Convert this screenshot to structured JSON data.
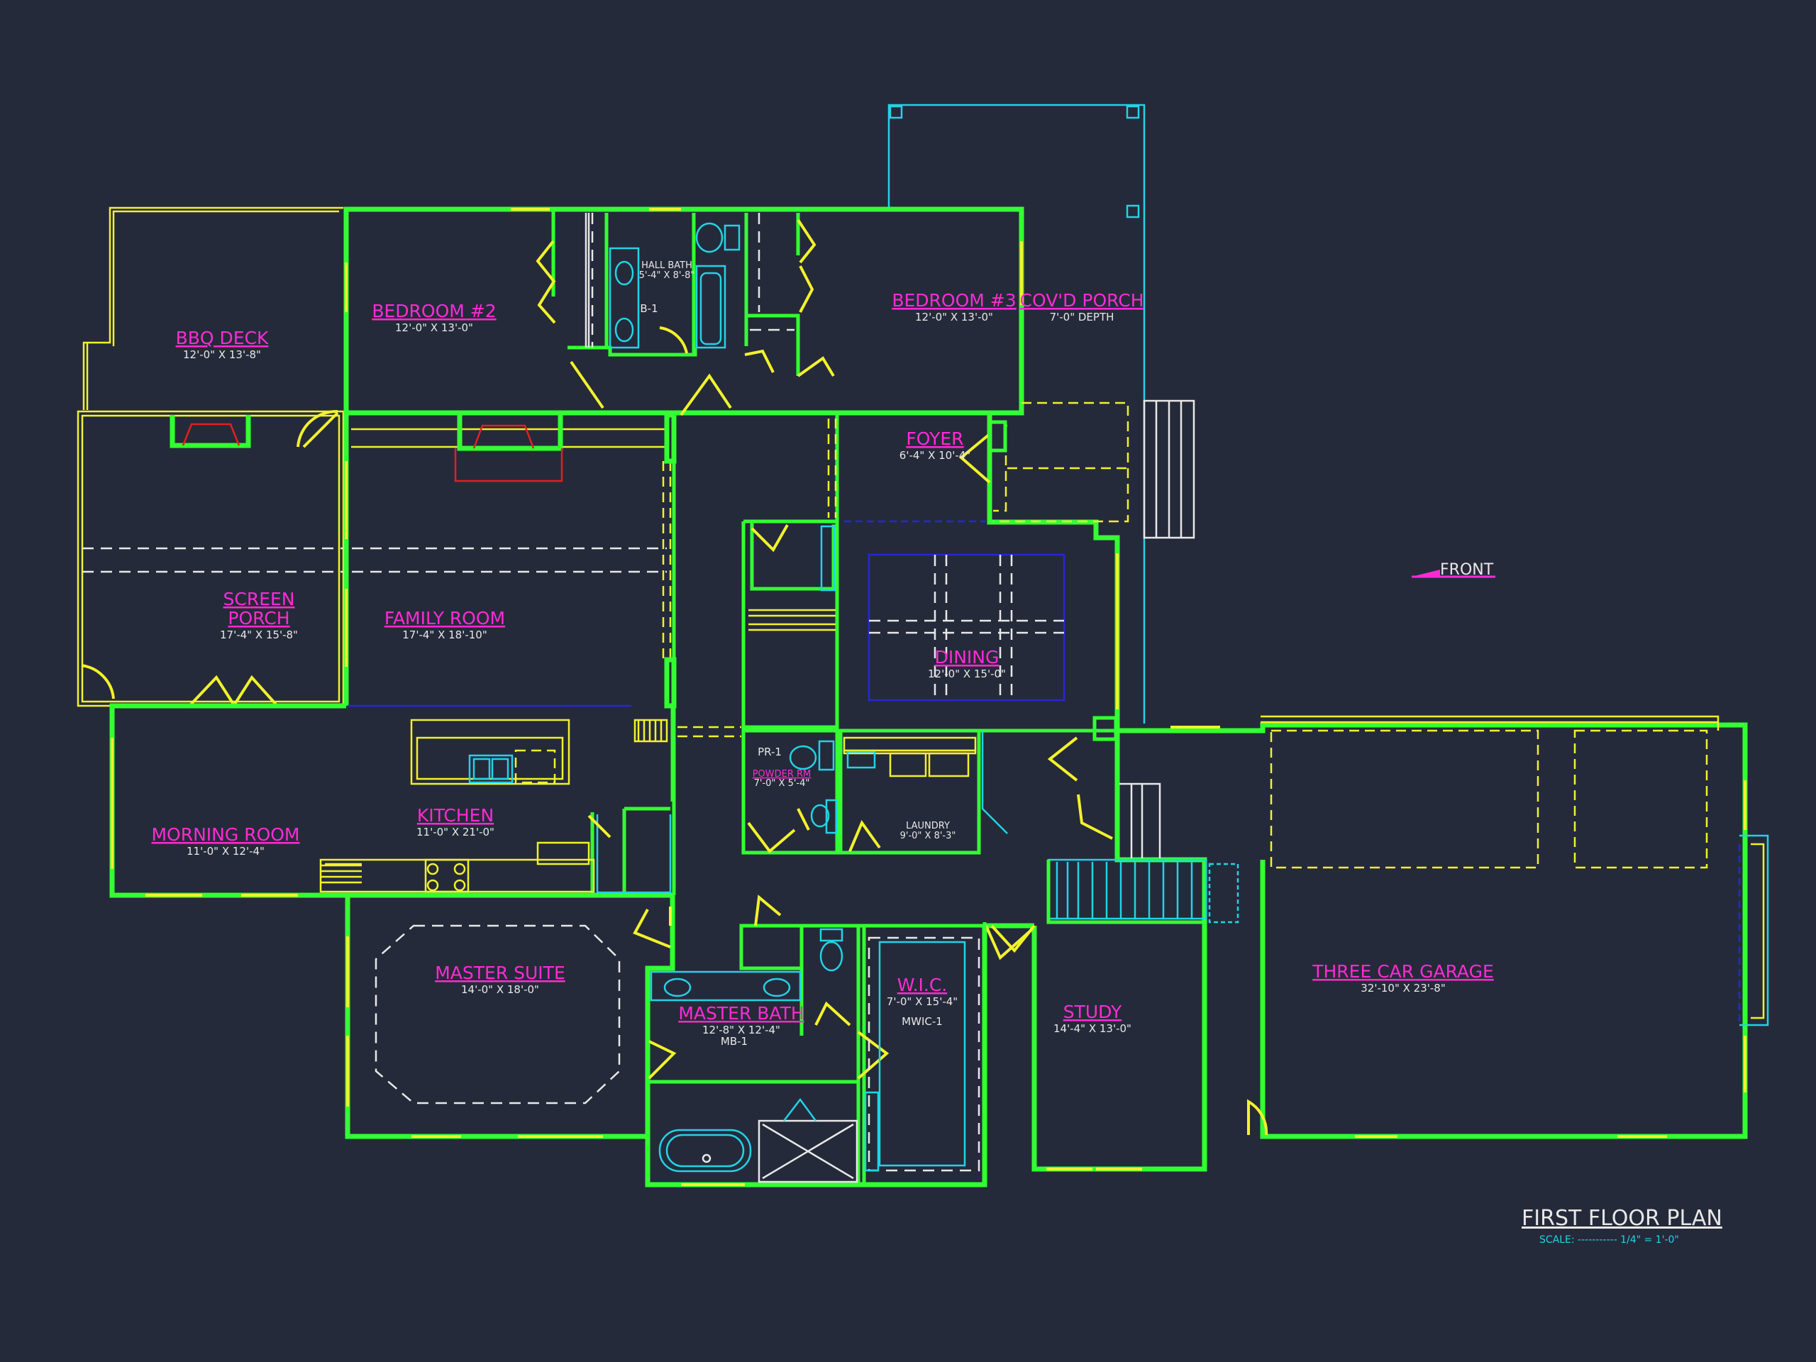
{
  "plan": {
    "title": "FIRST FLOOR PLAN",
    "scale": "SCALE: ----------- 1/4\" = 1'-0\"",
    "front_label": "FRONT"
  },
  "rooms": {
    "bbq_deck": {
      "name": "BBQ DECK",
      "dim": "12'-0\" X 13'-8\""
    },
    "bedroom2": {
      "name": "BEDROOM #2",
      "dim": "12'-0\" X 13'-0\""
    },
    "hall_bath": {
      "name": "HALL BATH",
      "dim": "5'-4\" X 8'-8\"",
      "code": "B-1"
    },
    "bedroom3": {
      "name": "BEDROOM #3",
      "dim": "12'-0\" X 13'-0\""
    },
    "covd_porch": {
      "name": "COV'D PORCH",
      "dim": "7'-0\" DEPTH"
    },
    "foyer": {
      "name": "FOYER",
      "dim": "6'-4\" X 10'-4\""
    },
    "screen_porch": {
      "name_line1": "SCREEN",
      "name_line2": "PORCH",
      "dim": "17'-4\" X 15'-8\""
    },
    "family_room": {
      "name": "FAMILY ROOM",
      "dim": "17'-4\" X 18'-10\""
    },
    "dining": {
      "name": "DINING",
      "dim": "12'-0\" X 15'-0\""
    },
    "powder_rm": {
      "code": "PR-1",
      "name": "POWDER RM",
      "dim": "7'-0\" X 5'-4\""
    },
    "laundry": {
      "name": "LAUNDRY",
      "dim": "9'-0\" X 8'-3\""
    },
    "morning_room": {
      "name": "MORNING ROOM",
      "dim": "11'-0\" X 12'-4\""
    },
    "kitchen": {
      "name": "KITCHEN",
      "dim": "11'-0\" X 21'-0\""
    },
    "master_suite": {
      "name": "MASTER SUITE",
      "dim": "14'-0\" X 18'-0\""
    },
    "master_bath": {
      "name": "MASTER BATH",
      "dim": "12'-8\" X 12'-4\"",
      "code": "MB-1"
    },
    "wic": {
      "name": "W.I.C.",
      "dim": "7'-0\" X 15'-4\"",
      "code": "MWIC-1"
    },
    "study": {
      "name": "STUDY",
      "dim": "14'-4\" X 13'-0\""
    },
    "garage": {
      "name": "THREE CAR GARAGE",
      "dim": "32'-10\" X 23'-8\""
    }
  },
  "colors": {
    "background": "#252a3a",
    "walls": "#33ff33",
    "fixtures": "#f2f22a",
    "room_labels": "#ff2ad4",
    "plumbing": "#22d3e6"
  }
}
